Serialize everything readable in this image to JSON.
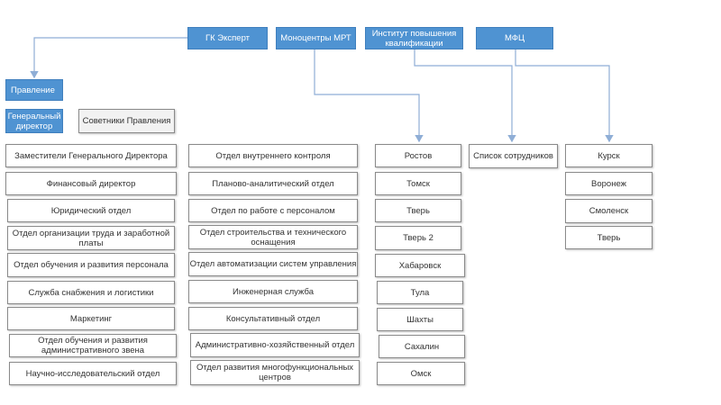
{
  "top": {
    "gk_expert": "ГК Эксперт",
    "monocenters": "Моноцентры МРТ",
    "institute": "Институт повышения квалификации",
    "mfc": "МФЦ"
  },
  "board": "Правление",
  "general_director": "Генеральный директор",
  "advisors": "Советники Правления",
  "col1": [
    "Заместители Генерального Директора",
    "Финансовый директор",
    "Юридический отдел",
    "Отдел организации труда и заработной платы",
    "Отдел обучения и развития персонала",
    "Служба снабжения и логистики",
    "Маркетинг",
    "Отдел обучения и развития административного звена",
    "Научно-исследовательский отдел"
  ],
  "col2": [
    "Отдел внутреннего контроля",
    "Планово-аналитический отдел",
    "Отдел по работе с персоналом",
    "Отдел строительства и технического оснащения",
    "Отдел автоматизации систем управления",
    "Инженерная служба",
    "Консультативный отдел",
    "Административно-хозяйственный отдел",
    "Отдел развития многофункциональных центров"
  ],
  "cities_mrt": [
    "Ростов",
    "Томск",
    "Тверь",
    "Тверь 2",
    "Хабаровск",
    "Тула",
    "Шахты",
    "Сахалин",
    "Омск"
  ],
  "staff_list": "Список сотрудников",
  "cities_mfc": [
    "Курск",
    "Воронеж",
    "Смоленск",
    "Тверь"
  ],
  "colors": {
    "accent_blue": "#4f93d2",
    "connector": "#8faed6"
  }
}
